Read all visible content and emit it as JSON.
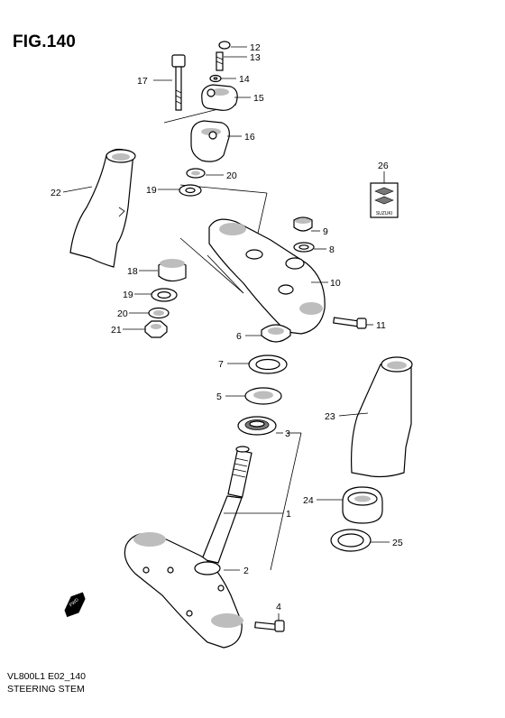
{
  "figure": {
    "title": "FIG.140",
    "code": "VL800L1 E02_140",
    "caption": "STEERING STEM"
  },
  "callouts": {
    "p1": "1",
    "p2": "2",
    "p3": "3",
    "p4": "4",
    "p5": "5",
    "p6": "6",
    "p7": "7",
    "p8": "8",
    "p9": "9",
    "p10": "10",
    "p11": "11",
    "p12": "12",
    "p13": "13",
    "p14": "14",
    "p15": "15",
    "p16": "16",
    "p17": "17",
    "p18": "18",
    "p19a": "19",
    "p19b": "19",
    "p20a": "20",
    "p20b": "20",
    "p21": "21",
    "p22": "22",
    "p23": "23",
    "p24": "24",
    "p25": "25",
    "p26": "26"
  },
  "emblem": {
    "text": "SUZUKI"
  },
  "direction_marker": {
    "text": "FWD"
  }
}
